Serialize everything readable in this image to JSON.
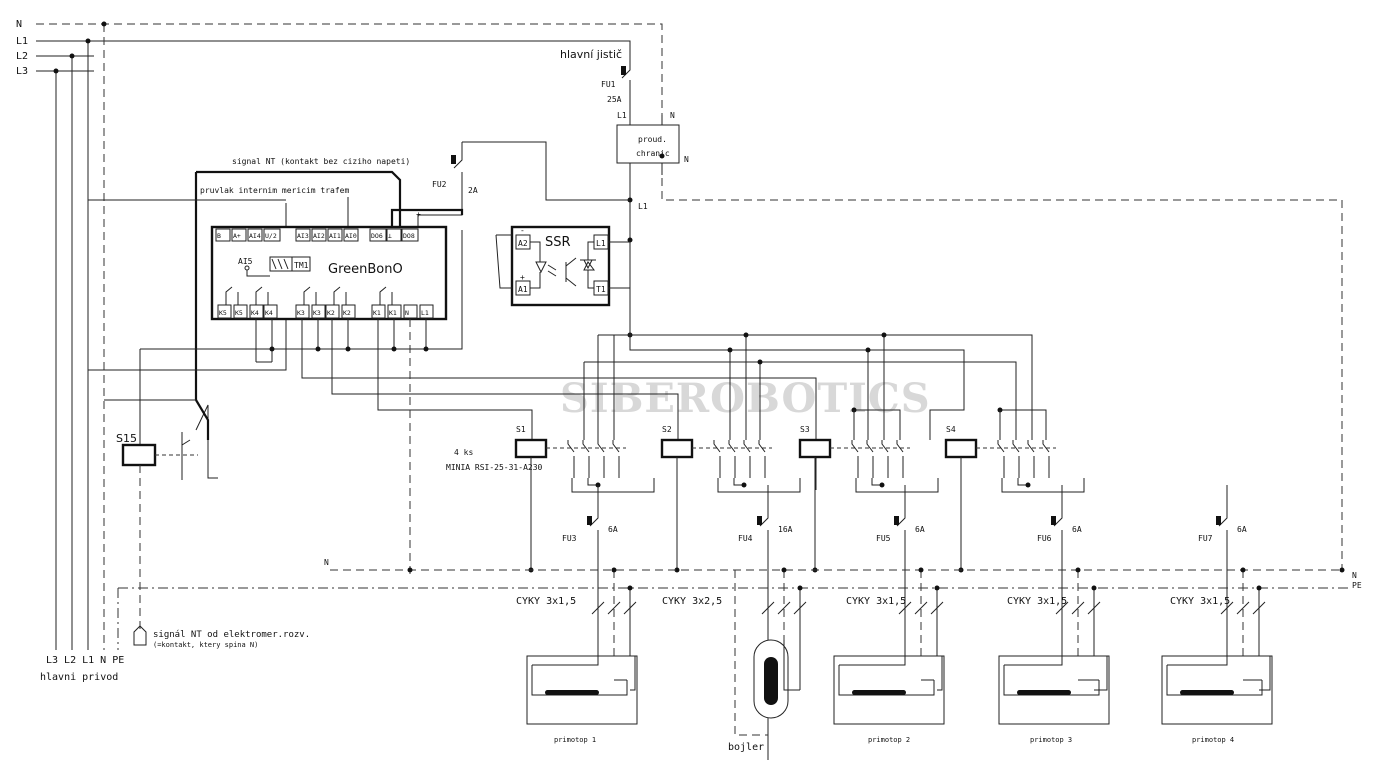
{
  "rails": {
    "n": "N",
    "l1": "L1",
    "l2": "L2",
    "l3": "L3",
    "pe_right": "PE",
    "n_right": "N",
    "n_mid": "N"
  },
  "main_breaker": {
    "title": "hlavní jistič",
    "fuse": "FU1",
    "rating": "25A",
    "l1_in": "L1",
    "n_in": "N"
  },
  "rcd": {
    "line1": "proud.",
    "line2": "chranic",
    "n_out": "N",
    "l1_out": "L1"
  },
  "fu2": {
    "name": "FU2",
    "rating": "2A"
  },
  "signals": {
    "nt_signal": "signal NT (kontakt bez ciziho napeti)",
    "pruvlak": "pruvlak internim mericim trafem",
    "nt_meter_1": "signál NT od elektromer.rozv.",
    "nt_meter_2": "(=kontakt, ktery spina N)"
  },
  "controller": {
    "name": "GreenBonO",
    "top_terminals": [
      "B",
      "A+",
      "AI4",
      "U/2",
      "AI3",
      "AI2",
      "AI1",
      "AI0",
      "DO6",
      "⊥",
      "DO8"
    ],
    "bottom_terminals": [
      "K5",
      "K5",
      "K4",
      "K4",
      "K3",
      "K3",
      "K2",
      "K2",
      "K1",
      "K1",
      "N",
      "L1"
    ],
    "ai5": "AI5",
    "tm1": "TM1",
    "plus": "+"
  },
  "ssr": {
    "name": "SSR",
    "a2": "A2",
    "a1": "A1",
    "l1": "L1",
    "t1": "T1",
    "minus": "-",
    "plus": "+"
  },
  "s15": {
    "name": "S15"
  },
  "contactors": {
    "names": [
      "S1",
      "S2",
      "S3",
      "S4"
    ],
    "count": "4 ks",
    "model": "MINIA RSI-25-31-A230"
  },
  "fuses": [
    {
      "name": "FU3",
      "rating": "6A"
    },
    {
      "name": "FU4",
      "rating": "16A"
    },
    {
      "name": "FU5",
      "rating": "6A"
    },
    {
      "name": "FU6",
      "rating": "6A"
    },
    {
      "name": "FU7",
      "rating": "6A"
    }
  ],
  "cables": [
    "CYKY 3x1,5",
    "CYKY 3x2,5",
    "CYKY 3x1,5",
    "CYKY 3x1,5",
    "CYKY 3x1,5"
  ],
  "loads": [
    "primotop 1",
    "bojler",
    "primotop 2",
    "primotop 3",
    "primotop 4"
  ],
  "main_supply": {
    "terminals": "L3 L2 L1 N  PE",
    "label": "hlavni privod"
  },
  "watermark": "SIBEROBOTICS"
}
